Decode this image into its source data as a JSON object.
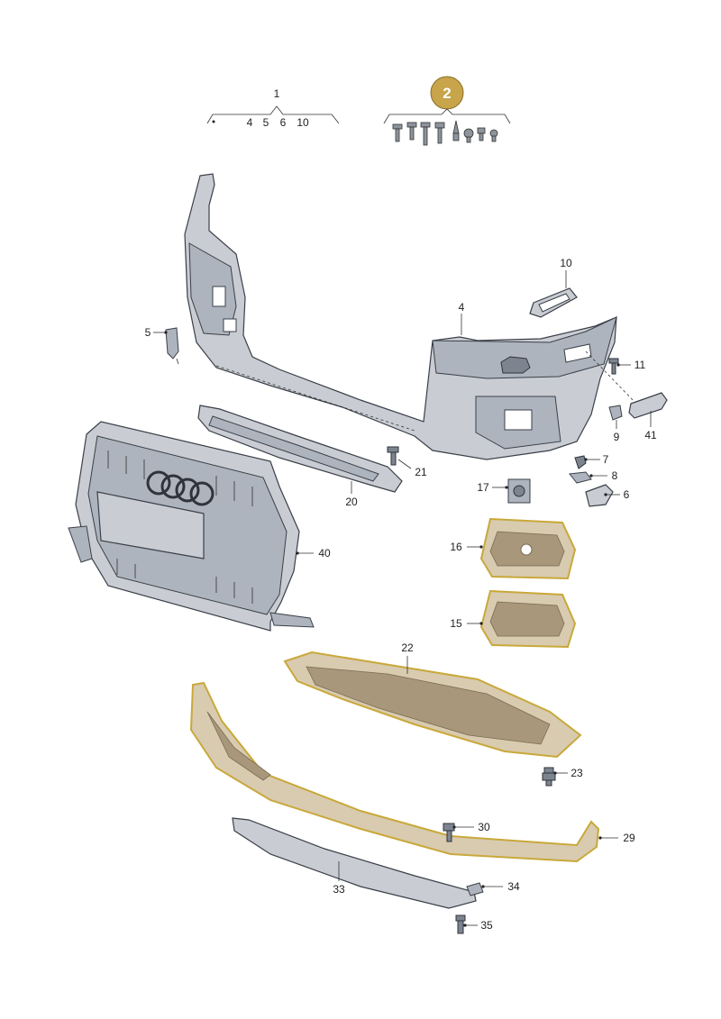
{
  "colors": {
    "part_grey": "#c9cdd3",
    "outline": "#3a3f48",
    "highlight_gold": "#c9a83a",
    "badge_gold": "#c8a44a"
  },
  "header": {
    "group_1": {
      "number": "1",
      "members": [
        "4",
        "5",
        "6",
        "10"
      ]
    },
    "group_2": {
      "number": "2"
    }
  },
  "callouts": [
    {
      "id": "c4",
      "label": "4"
    },
    {
      "id": "c5",
      "label": "5"
    },
    {
      "id": "c6",
      "label": "6"
    },
    {
      "id": "c7",
      "label": "7"
    },
    {
      "id": "c8",
      "label": "8"
    },
    {
      "id": "c9",
      "label": "9"
    },
    {
      "id": "c10",
      "label": "10"
    },
    {
      "id": "c11",
      "label": "11"
    },
    {
      "id": "c15",
      "label": "15"
    },
    {
      "id": "c16",
      "label": "16"
    },
    {
      "id": "c17",
      "label": "17"
    },
    {
      "id": "c20",
      "label": "20"
    },
    {
      "id": "c21",
      "label": "21"
    },
    {
      "id": "c22",
      "label": "22"
    },
    {
      "id": "c23",
      "label": "23"
    },
    {
      "id": "c29",
      "label": "29"
    },
    {
      "id": "c30",
      "label": "30"
    },
    {
      "id": "c33",
      "label": "33"
    },
    {
      "id": "c34",
      "label": "34"
    },
    {
      "id": "c35",
      "label": "35"
    },
    {
      "id": "c40",
      "label": "40"
    },
    {
      "id": "c41",
      "label": "41"
    }
  ]
}
